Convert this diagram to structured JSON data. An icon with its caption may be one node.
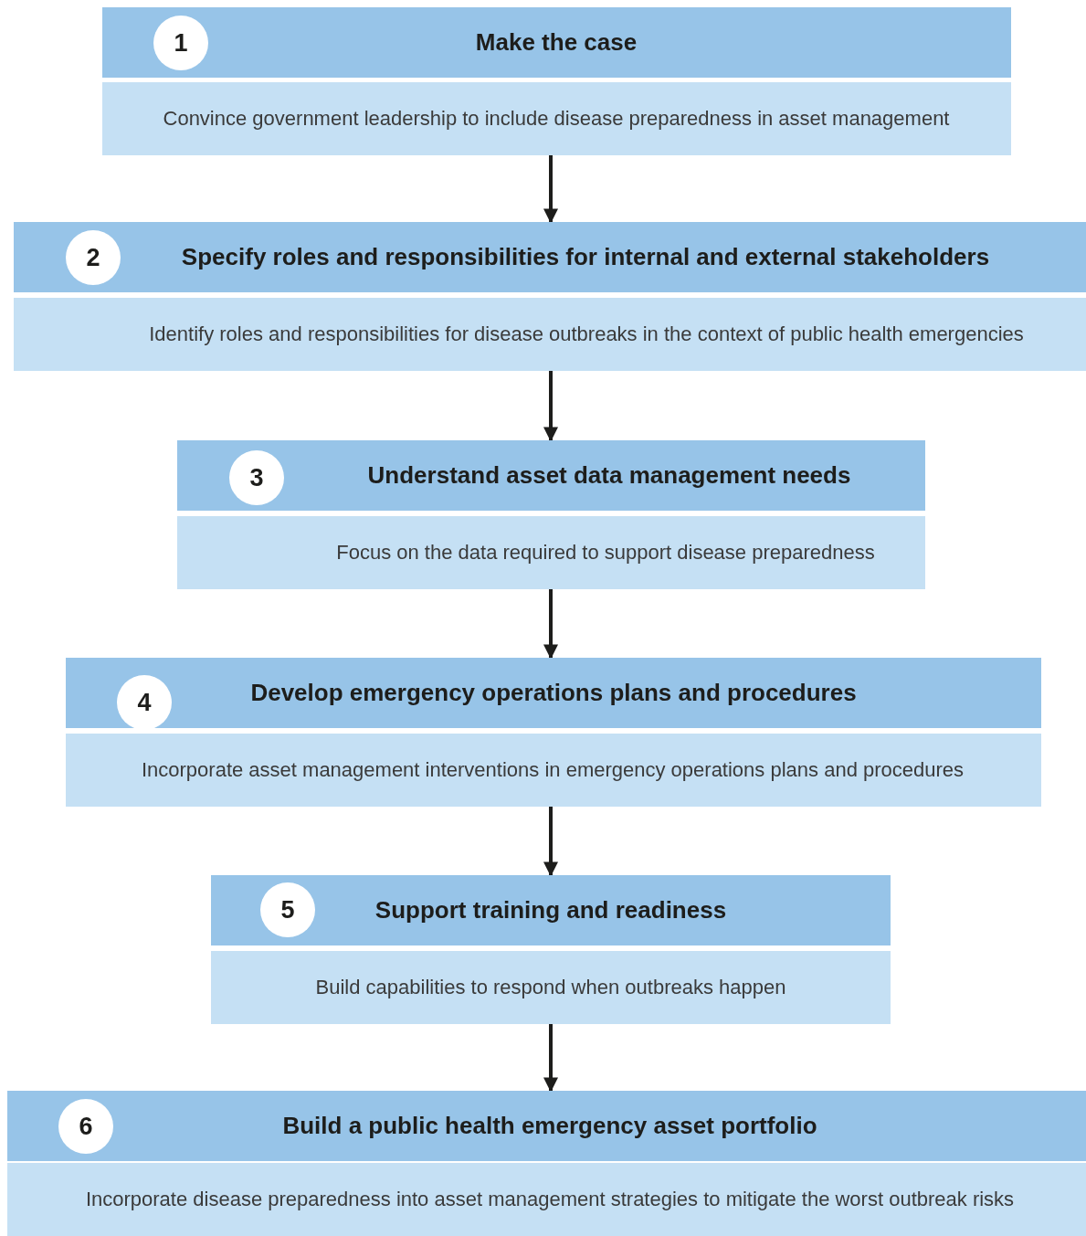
{
  "diagram": {
    "nodes": [
      {
        "text": [
          "Make the case",
          "Convince government leadership to include disease preparedness in asset management"
        ]
      },
      {
        "text": [
          "1"
        ],
        "in": 0
      },
      {
        "text": [
          "Specify roles and responsibilities for internal and external stakeholders",
          "Identify roles and responsibilities for disease outbreaks in the context of public health emergencies"
        ]
      },
      {
        "text": [
          "2"
        ],
        "in": 2
      },
      {
        "text": [
          "Understand asset data management needs",
          "Focus on the data required to support disease preparedness"
        ]
      },
      {
        "text": [
          "3"
        ],
        "in": 4
      },
      {
        "text": [
          "Develop emergency operations plans and procedures",
          "Incorporate asset management interventions in emergency operations plans and procedures"
        ]
      },
      {
        "text": [
          "4"
        ],
        "in": 6
      },
      {
        "text": [
          "Support training and readiness",
          "Build capabilities to respond when outbreaks happen"
        ]
      },
      {
        "text": [
          "5"
        ],
        "in": 8
      },
      {
        "text": [
          "Build a public health emergency asset portfolio",
          "Incorporate disease preparedness into asset management strategies to mitigate the worst outbreak risks"
        ]
      },
      {
        "text": [
          "6"
        ],
        "in": 10
      }
    ],
    "edges": [
      {
        "from": 0,
        "to": 2,
        "arrow": "to"
      },
      {
        "from": 2,
        "to": 4,
        "arrow": "to"
      },
      {
        "from": 4,
        "to": 6,
        "arrow": "to"
      },
      {
        "from": 6,
        "to": 8,
        "arrow": "to"
      },
      {
        "from": 8,
        "to": 10,
        "arrow": "to"
      }
    ]
  }
}
